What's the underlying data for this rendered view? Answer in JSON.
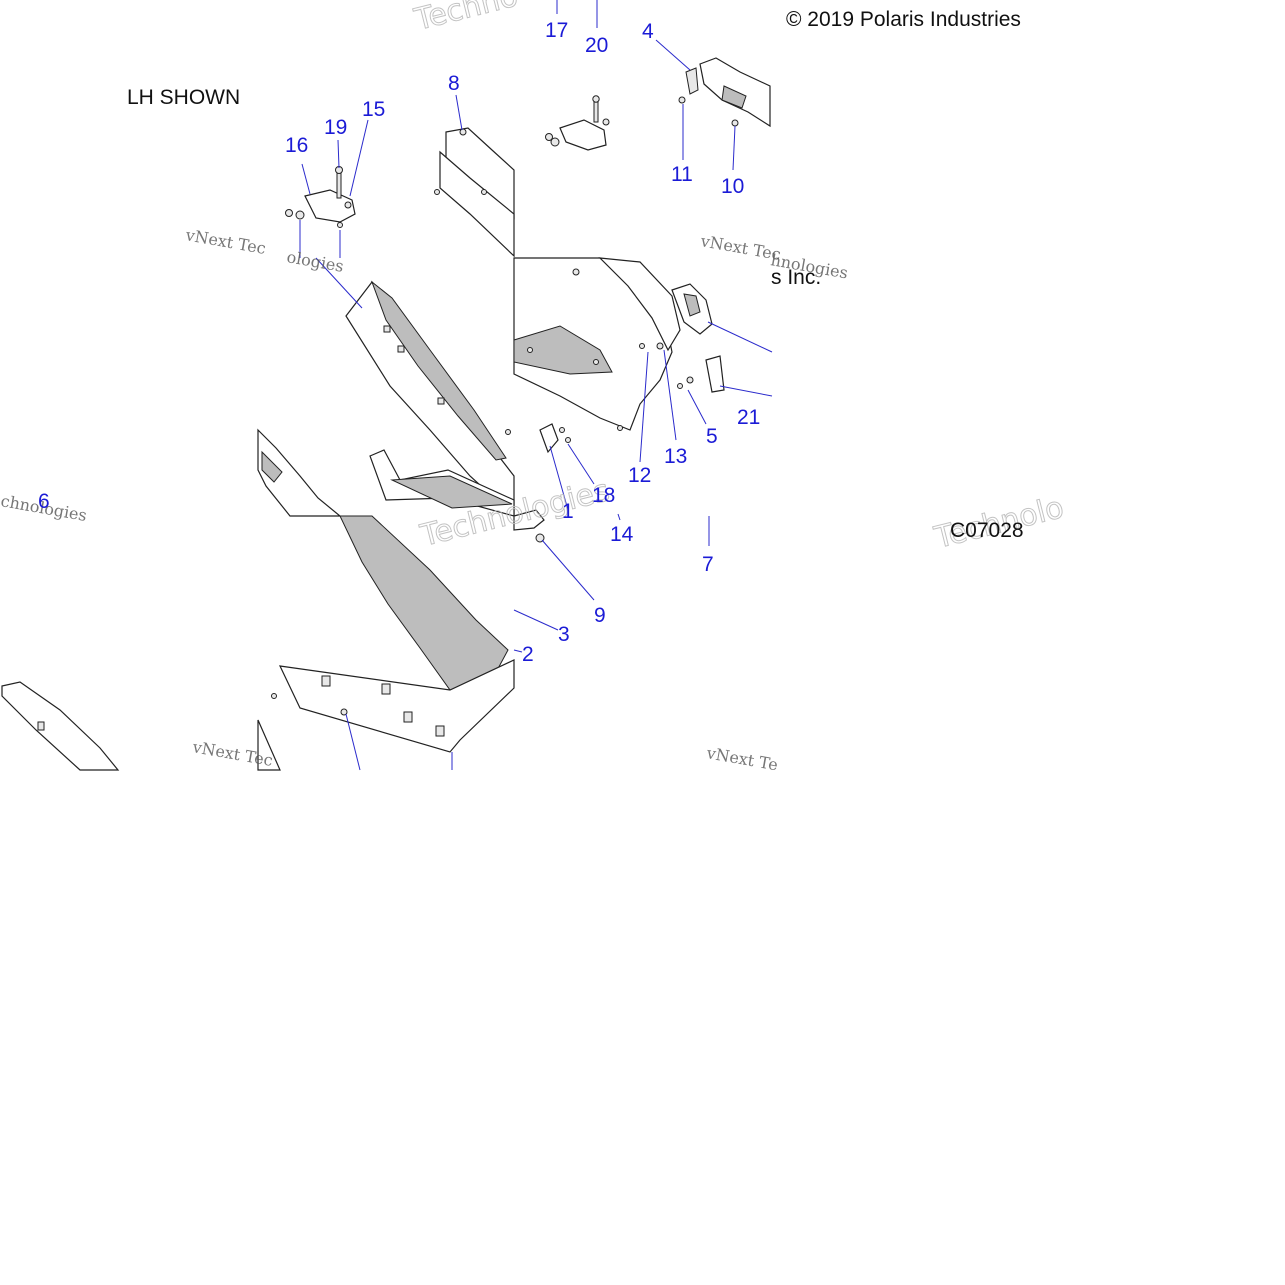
{
  "diagram": {
    "copyright": "© 2019 Polaris Industries",
    "copyright_tail": "s Inc.",
    "view_label": "LH SHOWN",
    "figure_code": "C07028",
    "callout_color": "#1b1bd6",
    "watermarks": [
      {
        "text": "vNext Tec"
      },
      {
        "text": "vNext Tec"
      },
      {
        "text": "vNext Tec"
      },
      {
        "text": "vNext Te"
      },
      {
        "text": "hnologies"
      },
      {
        "text": "ologies"
      },
      {
        "text": "chnologies"
      },
      {
        "text": "Technologies"
      },
      {
        "text": "Technolo"
      },
      {
        "text": "Techno"
      }
    ],
    "callouts": [
      {
        "label": "17"
      },
      {
        "label": "20"
      },
      {
        "label": "4"
      },
      {
        "label": "8"
      },
      {
        "label": "19"
      },
      {
        "label": "15"
      },
      {
        "label": "16"
      },
      {
        "label": "11"
      },
      {
        "label": "10"
      },
      {
        "label": "21"
      },
      {
        "label": "5"
      },
      {
        "label": "13"
      },
      {
        "label": "12"
      },
      {
        "label": "18"
      },
      {
        "label": "1"
      },
      {
        "label": "14"
      },
      {
        "label": "6"
      },
      {
        "label": "7"
      },
      {
        "label": "9"
      },
      {
        "label": "3"
      },
      {
        "label": "2"
      }
    ]
  }
}
